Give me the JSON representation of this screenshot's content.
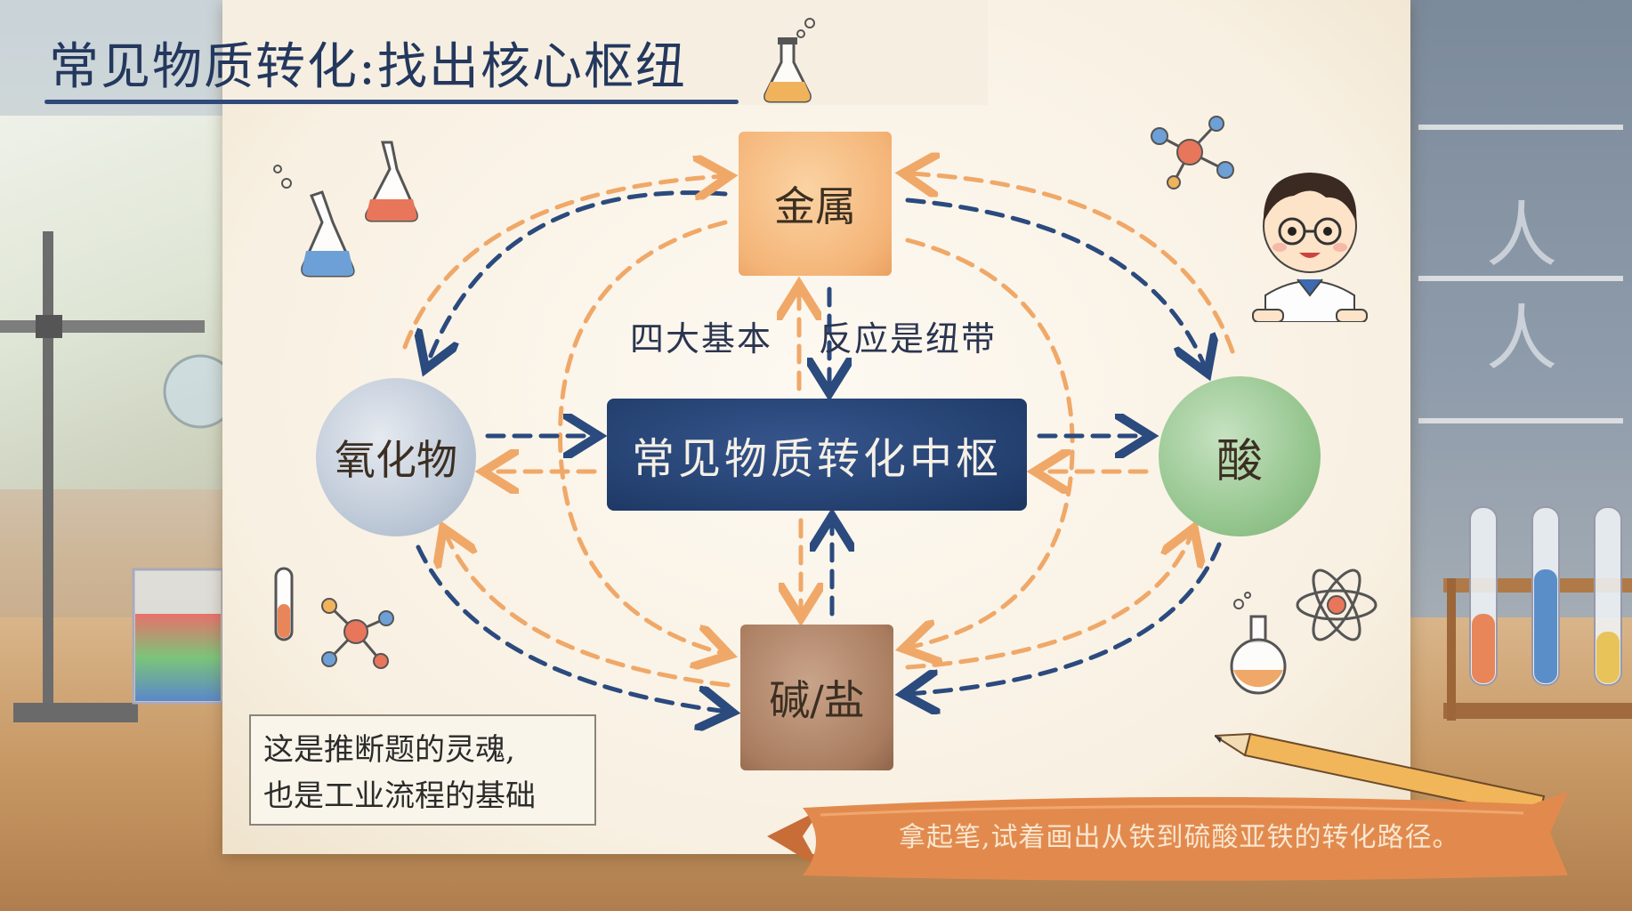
{
  "title": "常见物质转化:找出核心枢纽",
  "nodes": {
    "metal": "金属",
    "oxide": "氧化物",
    "acid": "酸",
    "base_salt": "碱/盐",
    "hub": "常见物质转化中枢"
  },
  "center_label": {
    "left": "四大基本",
    "right": "反应是纽带"
  },
  "note": {
    "line1": "这是推断题的灵魂,",
    "line2": "也是工业流程的基础"
  },
  "ribbon_text": "拿起笔,试着画出从铁到硫酸亚铁的转化路径。",
  "deco_char": "人人",
  "colors": {
    "title": "#24385e",
    "navy_arrow": "#2b4a7e",
    "orange_arrow": "#f0a868",
    "ribbon": "#e28a4e"
  }
}
